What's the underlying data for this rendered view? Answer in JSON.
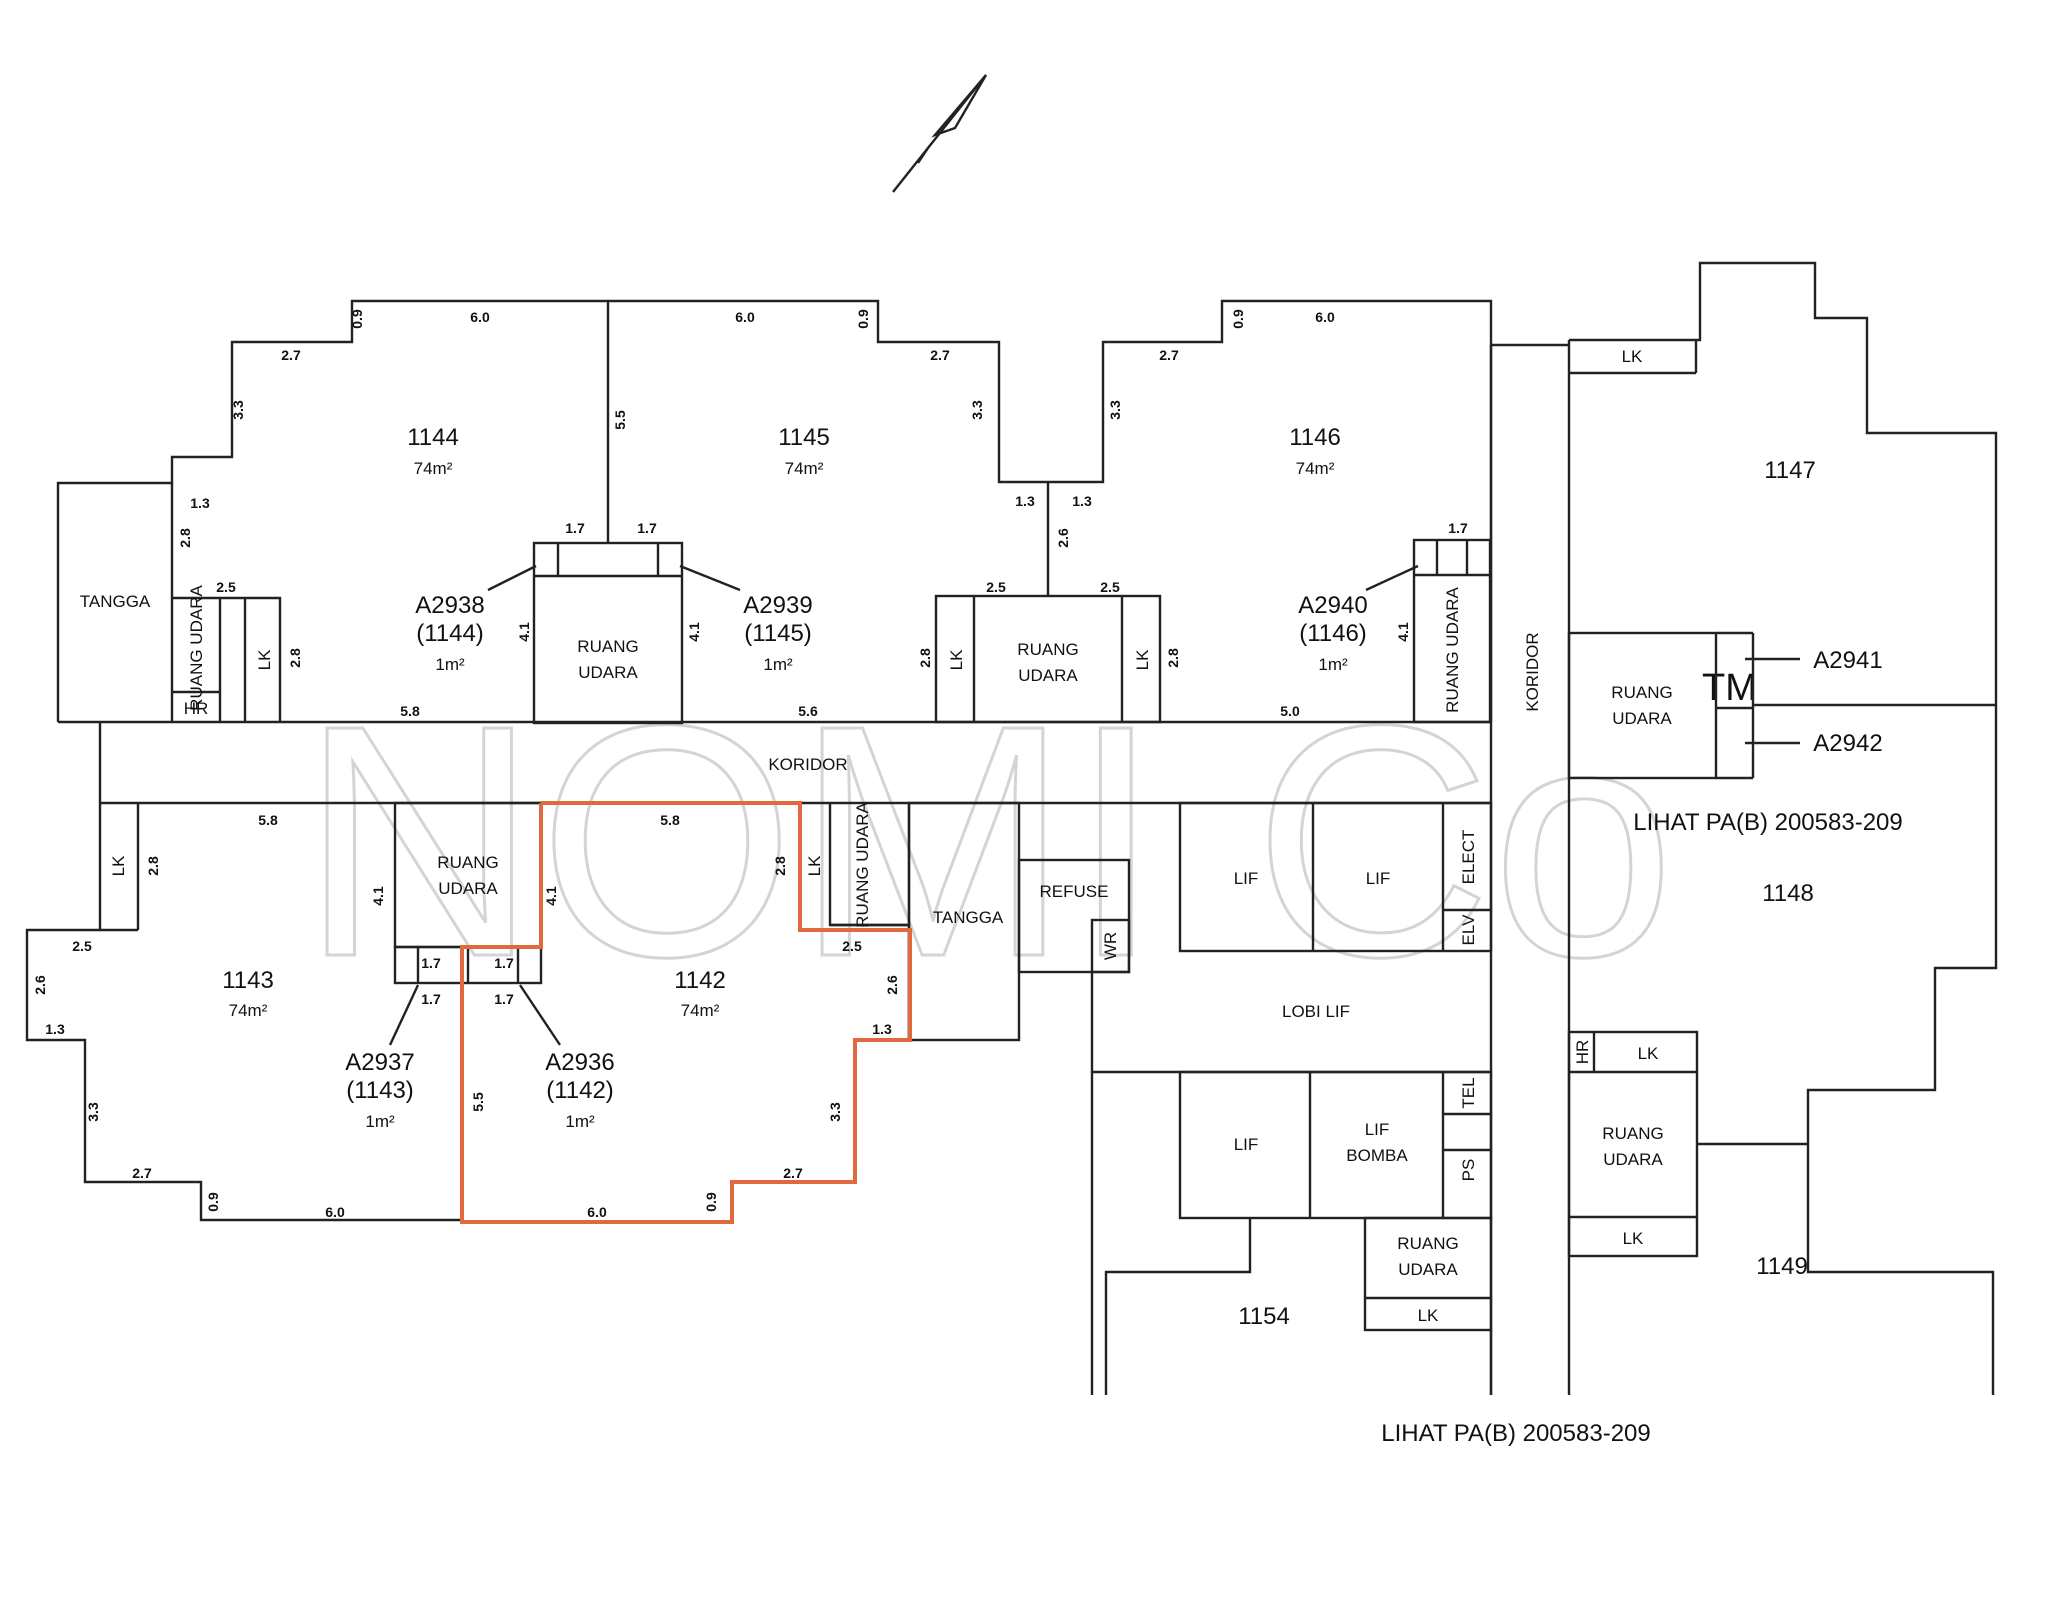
{
  "units": {
    "u1142": {
      "id": "1142",
      "area": "74m²"
    },
    "u1143": {
      "id": "1143",
      "area": "74m²"
    },
    "u1144": {
      "id": "1144",
      "area": "74m²"
    },
    "u1145": {
      "id": "1145",
      "area": "74m²"
    },
    "u1146": {
      "id": "1146",
      "area": "74m²"
    },
    "u1147": {
      "id": "1147"
    },
    "u1148": {
      "id": "1148"
    },
    "u1149": {
      "id": "1149"
    },
    "u1154": {
      "id": "1154"
    }
  },
  "accessory": {
    "a2936": {
      "code": "A2936",
      "parent": "(1142)",
      "area": "1m²"
    },
    "a2937": {
      "code": "A2937",
      "parent": "(1143)",
      "area": "1m²"
    },
    "a2938": {
      "code": "A2938",
      "parent": "(1144)",
      "area": "1m²"
    },
    "a2939": {
      "code": "A2939",
      "parent": "(1145)",
      "area": "1m²"
    },
    "a2940": {
      "code": "A2940",
      "parent": "(1146)",
      "area": "1m²"
    },
    "a2941": {
      "code": "A2941"
    },
    "a2942": {
      "code": "A2942"
    }
  },
  "labels": {
    "koridor": "KORIDOR",
    "tangga": "TANGGA",
    "ruang": "RUANG",
    "udara": "UDARA",
    "ruang_udara_vertical": "RUANG UDARA",
    "lk": "LK",
    "hr": "HR",
    "lif": "LIF",
    "bomba": "BOMBA",
    "lobi_lif": "LOBI LIF",
    "refuse": "REFUSE",
    "wr": "WR",
    "elect": "ELECT",
    "elv": "ELV",
    "tel": "TEL",
    "ps": "PS"
  },
  "references": {
    "right": "LIHAT PA(B) 200583-209",
    "bottom": "LIHAT PA(B) 200583-209"
  },
  "watermark": {
    "text": "NOMI Co",
    "tm": "TM"
  },
  "dimensions": {
    "d60": "6.0",
    "d09": "0.9",
    "d27": "2.7",
    "d33": "3.3",
    "d13": "1.3",
    "d28": "2.8",
    "d25": "2.5",
    "d17": "1.7",
    "d41": "4.1",
    "d55": "5.5",
    "d58": "5.8",
    "d26": "2.6",
    "d50": "5.0",
    "d56": "5.6"
  }
}
